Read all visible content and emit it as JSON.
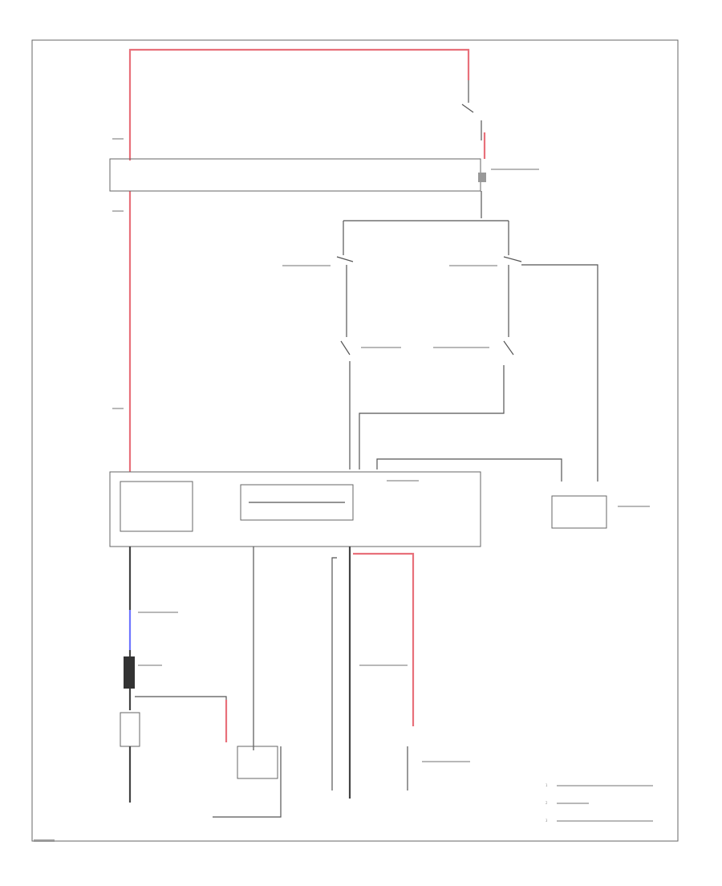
{
  "diagram": {
    "wire_colors": {
      "normal": "#555555",
      "power": "#e8707a",
      "ground_link": "#6f76ff"
    },
    "footnotes": [
      "1",
      "2",
      "3"
    ]
  }
}
